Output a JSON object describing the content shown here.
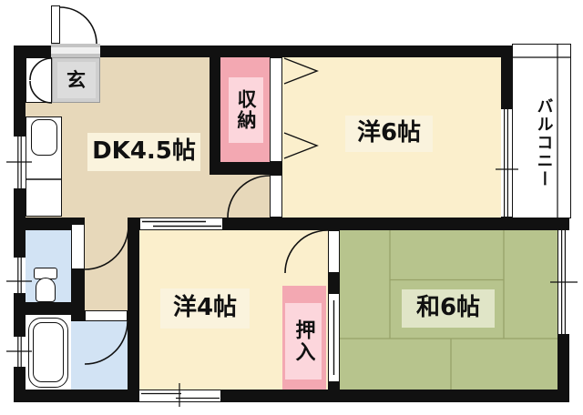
{
  "floorplan": {
    "rooms": {
      "dk": {
        "label": "DK4.5帖"
      },
      "western6": {
        "label": "洋6帖"
      },
      "western4": {
        "label": "洋4帖"
      },
      "japanese6": {
        "label": "和6帖"
      },
      "storage": {
        "label": "収納"
      },
      "closet": {
        "label": "押入"
      },
      "entrance": {
        "label": "玄"
      },
      "balcony": {
        "label": "バルコニー"
      }
    },
    "fixtures": [
      "kitchen-sink-icon",
      "toilet-icon",
      "bathtub-icon"
    ],
    "colors": {
      "wall": "#111111",
      "dk_floor": "#e7d8ba",
      "western_floor": "#fbefcc",
      "tatami_green": "#b7c48d",
      "tatami_line": "#97a269",
      "closet_pink": "#f3a8b2",
      "closet_pink_light": "#fcd6dc",
      "wet_area_blue": "#d2e3f4",
      "entrance_gray": "#cfcfcf",
      "entrance_gray_light": "#dcdcdc",
      "label_bg_cream": "#faf3dd",
      "label_bg_green": "#e0e5c7",
      "balcony_bg": "#ffffff"
    }
  }
}
